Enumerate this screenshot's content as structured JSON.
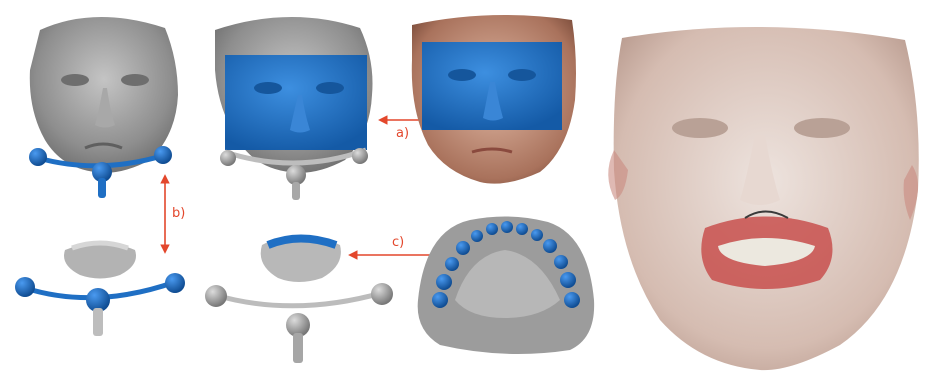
{
  "labels": {
    "a": "a)",
    "b": "b)",
    "c": "c)"
  },
  "colors": {
    "scan_gray": "#9a9a9a",
    "scan_blue": "#1f6fc4",
    "arrow_red": "#e3472c",
    "skin": "#c99a84",
    "skin_faded": "#d9c3b8",
    "gum_pink": "#c8504e",
    "tooth_white": "#ece8df"
  },
  "icons": {
    "arrow_a": "double-arrow-icon",
    "arrow_b": "double-arrow-icon",
    "arrow_c": "double-arrow-icon"
  }
}
